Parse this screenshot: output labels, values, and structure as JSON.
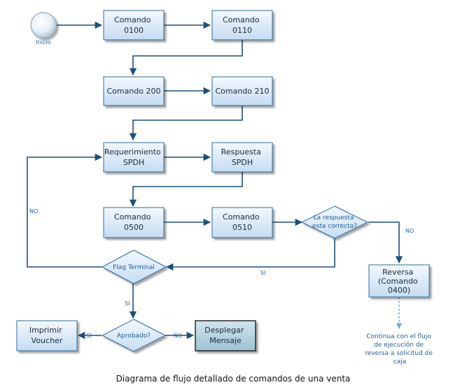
{
  "start": {
    "label": "Inicio"
  },
  "boxes": {
    "cmd0100": [
      "Comando",
      "0100"
    ],
    "cmd0110": [
      "Comando",
      "0110"
    ],
    "cmd200": [
      "Comando 200"
    ],
    "cmd210": [
      "Comando 210"
    ],
    "req_spdh": [
      "Requerimiento",
      "SPDH"
    ],
    "resp_spdh": [
      "Respuesta",
      "SPDH"
    ],
    "cmd0500": [
      "Comando",
      "0500"
    ],
    "cmd0510": [
      "Comando",
      "0510"
    ],
    "reversa": [
      "Reversa",
      "(Comando",
      "0400)"
    ],
    "imprimir": [
      "Imprimir",
      "Voucher"
    ],
    "desplegar": [
      "Desplegar",
      "Mensaje"
    ]
  },
  "diamonds": {
    "respuesta_correcta": [
      "La respuesta",
      "esta correcta?"
    ],
    "flag_terminal": [
      "Flag Terminal"
    ],
    "aprobado": [
      "Aprobado?"
    ]
  },
  "edge_labels": {
    "no_reversa": "NO",
    "si_flag": "SI",
    "no_loop": "NO",
    "si_aprobado": "SI",
    "si_imprimir": "SI",
    "no_desplegar": "NO"
  },
  "note": [
    "Continua con el flujo",
    "de ejecución de",
    "reversa a solicitud de",
    "caja"
  ],
  "caption": "Diagrama de flujo detallado de comandos de una venta"
}
